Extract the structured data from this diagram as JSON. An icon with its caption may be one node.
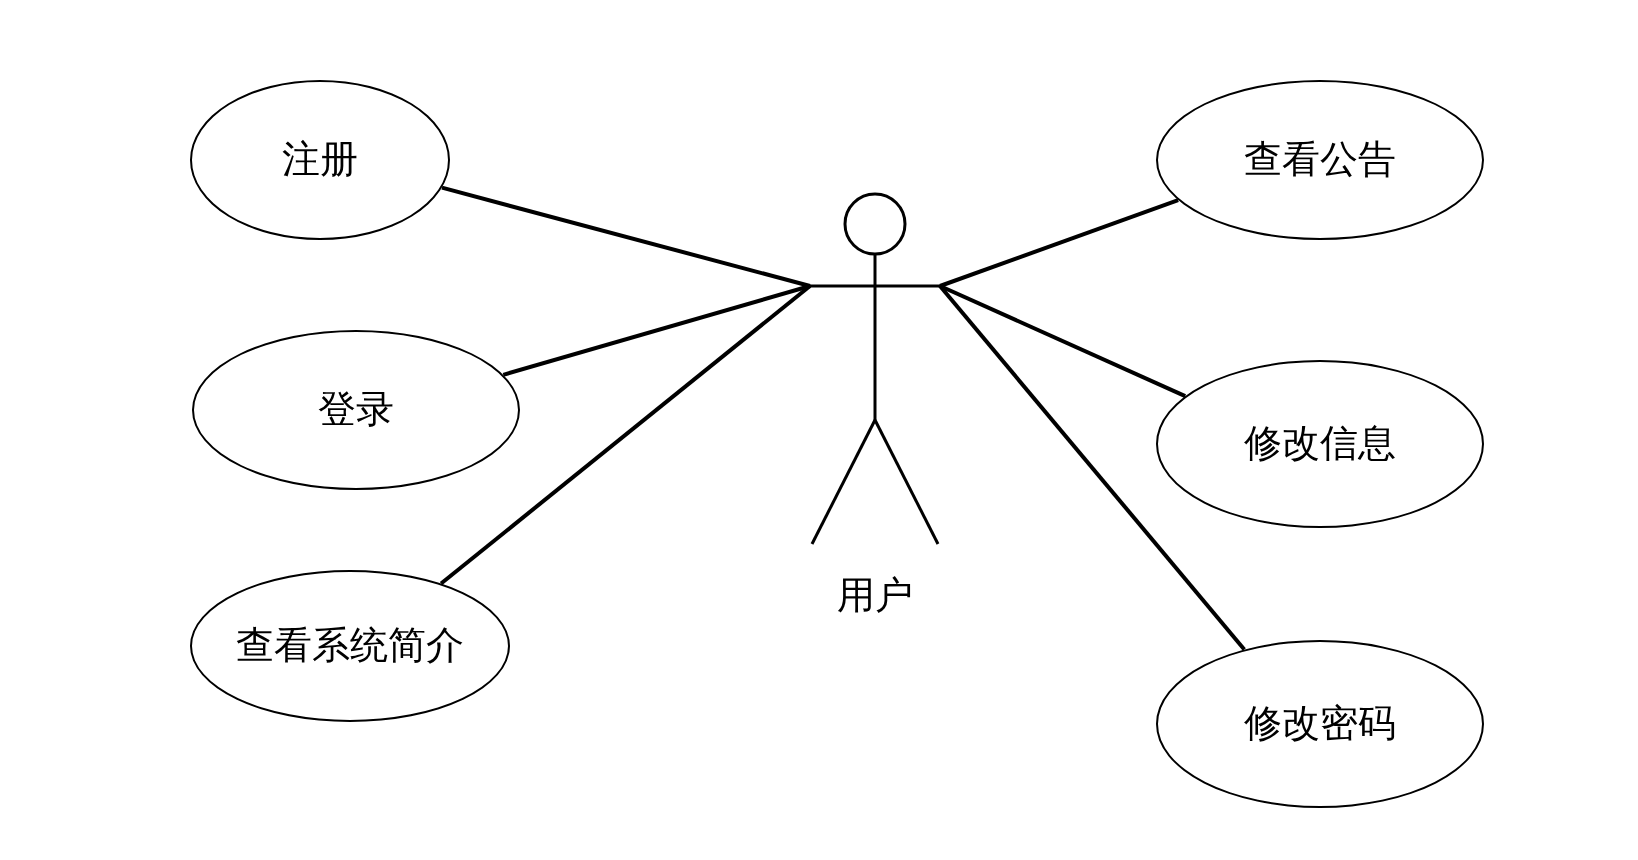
{
  "diagram": {
    "nodes": [
      {
        "text": [
          "注册"
        ]
      },
      {
        "text": [
          "查看公告"
        ]
      },
      {
        "text": [],
        "shape": "person",
        "beside": [
          "用户"
        ]
      },
      {
        "text": [
          "登录"
        ]
      },
      {
        "text": [
          "修改信息"
        ]
      },
      {
        "text": [
          "查看系统简介"
        ]
      },
      {
        "text": [
          "修改密码"
        ]
      }
    ],
    "edges": [
      {
        "from": 2,
        "to": 0,
        "arrow": "none"
      },
      {
        "from": 2,
        "to": 3,
        "arrow": "none"
      },
      {
        "from": 2,
        "to": 5,
        "arrow": "none"
      },
      {
        "from": 2,
        "to": 1,
        "arrow": "none"
      },
      {
        "from": 2,
        "to": 4,
        "arrow": "none"
      },
      {
        "from": 2,
        "to": 6,
        "arrow": "none"
      }
    ]
  }
}
